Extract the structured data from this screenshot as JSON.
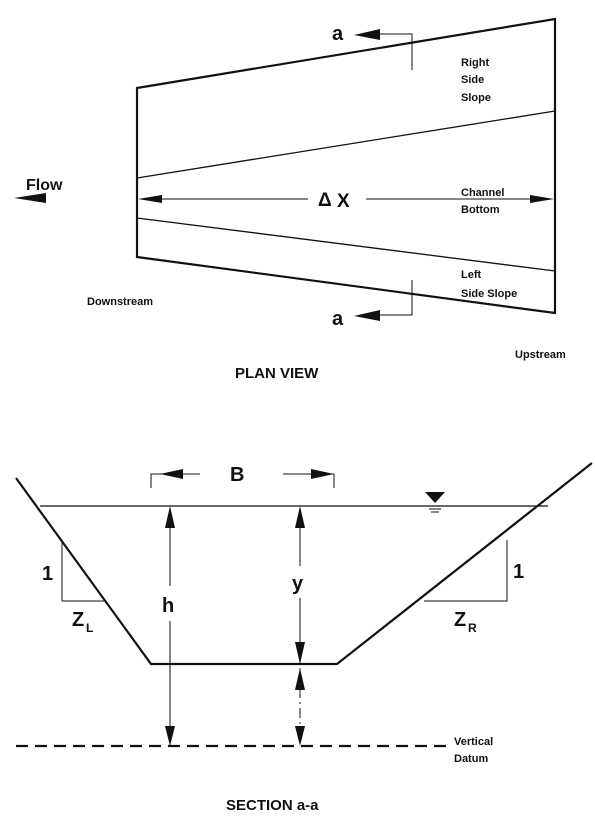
{
  "plan_view": {
    "title": "PLAN VIEW",
    "section_marker": "a",
    "flow_label": "Flow",
    "dx_symbol": "Δ",
    "dx_label": "X",
    "right_side_slope": [
      "Right",
      "Side",
      "Slope"
    ],
    "channel_bottom": [
      "Channel",
      "Bottom"
    ],
    "left_side_slope": [
      "Left",
      "Side Slope"
    ],
    "downstream": "Downstream",
    "upstream": "Upstream"
  },
  "section": {
    "title": "SECTION a-a",
    "top_width": "B",
    "depth_h": "h",
    "depth_y": "y",
    "slope_rise_left": "1",
    "slope_rise_right": "1",
    "z_left": "Z",
    "z_left_sub": "L",
    "z_right": "Z",
    "z_right_sub": "R",
    "vertical_datum": [
      "Vertical",
      "Datum"
    ]
  }
}
